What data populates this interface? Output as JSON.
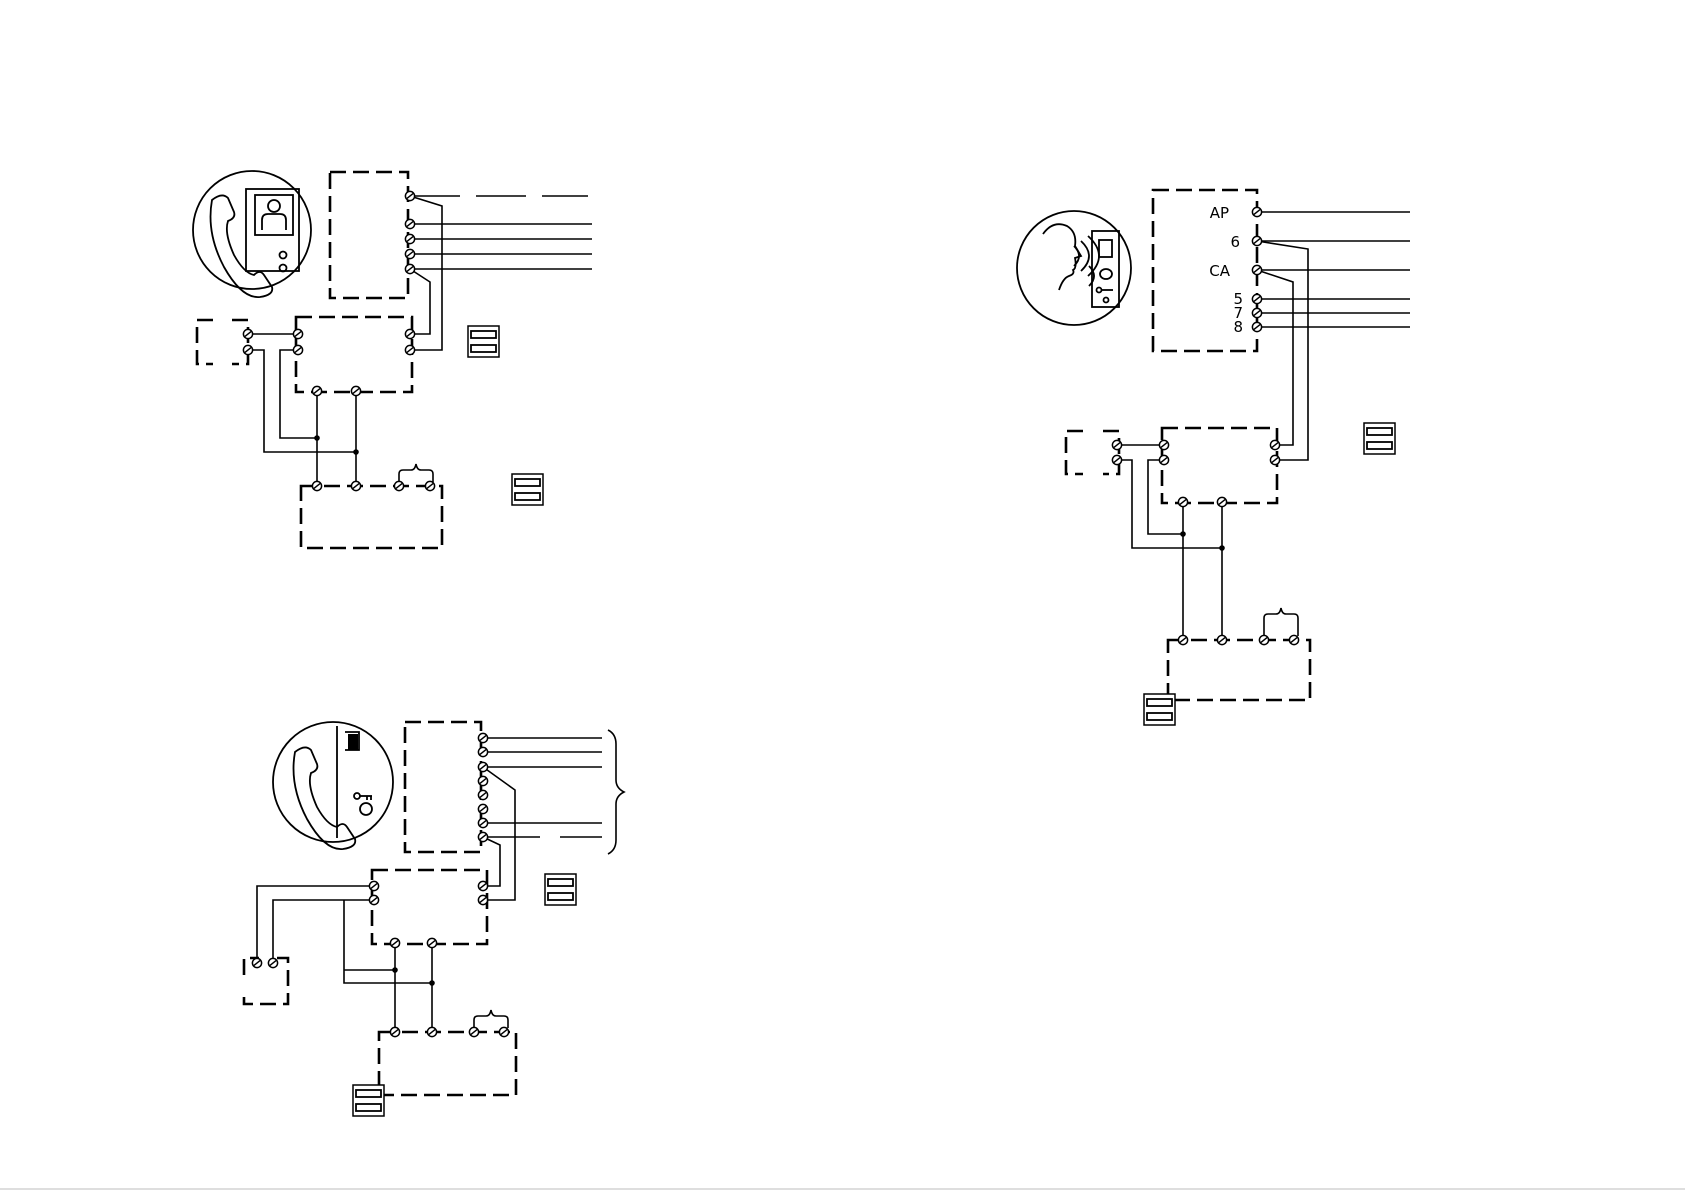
{
  "colors": {
    "ink": "#000000",
    "background": "#ffffff"
  },
  "diagrams": [
    {
      "id": "video-handset",
      "icon": "video-handset-icon",
      "terminal_labels": []
    },
    {
      "id": "audio-handset",
      "icon": "audio-handset-icon",
      "terminal_labels": []
    },
    {
      "id": "handsfree-speaker",
      "icon": "handsfree-speaker-icon",
      "terminal_labels": [
        "AP",
        "6",
        "CA",
        "5",
        "7",
        "8"
      ]
    }
  ]
}
